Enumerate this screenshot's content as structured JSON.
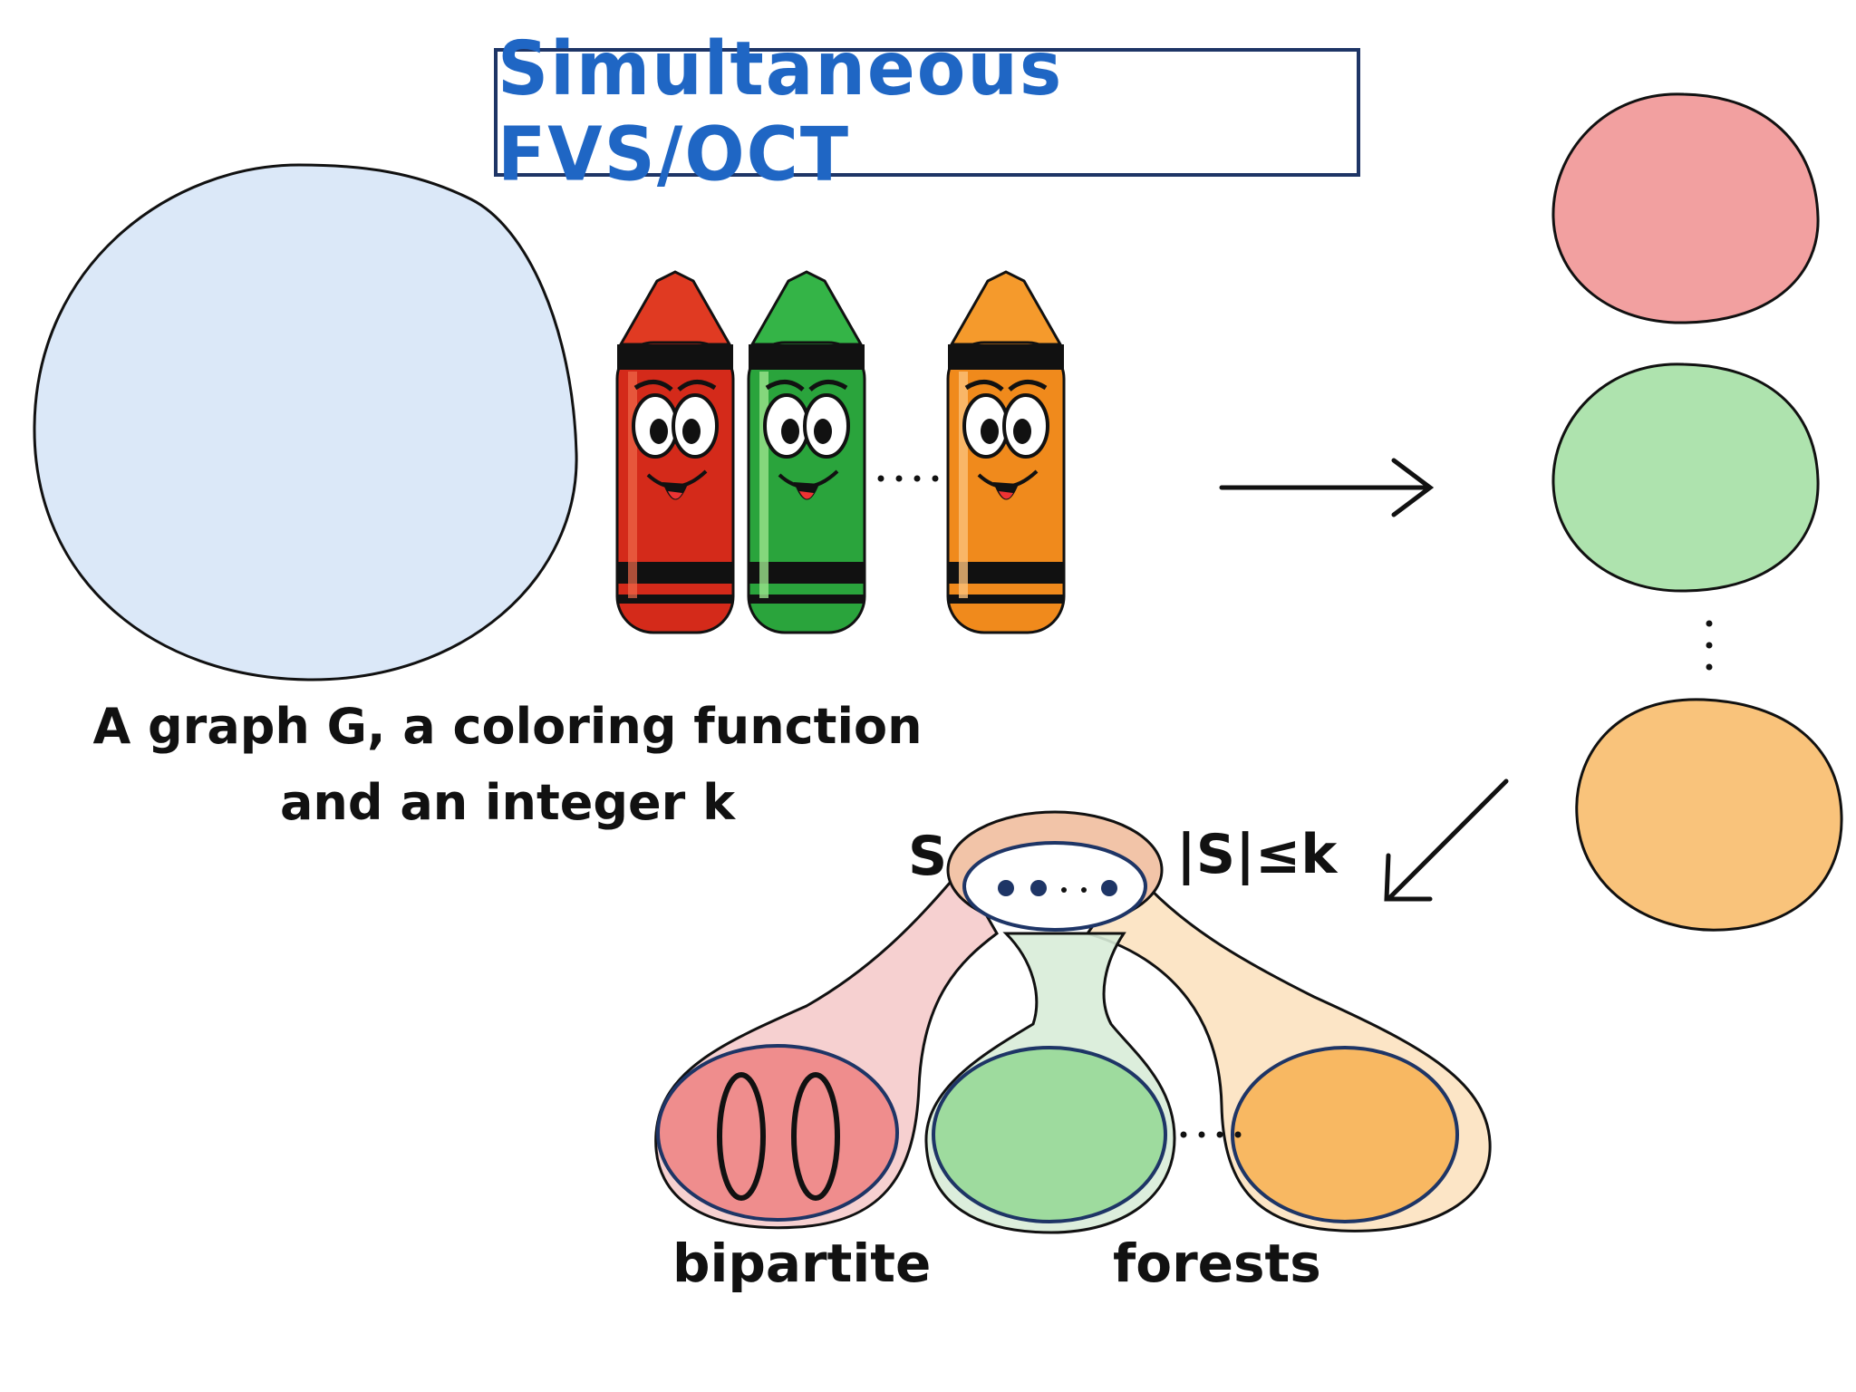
{
  "title": "Simultaneous FVS/OCT",
  "caption": {
    "line1": "A graph G, a coloring function",
    "line2": "and an integer k"
  },
  "solution_set": {
    "label": "S",
    "bound": "|S|≤k"
  },
  "part_labels": {
    "bipartite": "bipartite",
    "forests": "forests"
  },
  "colors": {
    "title": "#1f66c4",
    "border": "#1e3566",
    "graph_fill": "#dbe8f8",
    "red": "#f2a0a0",
    "green": "#aee3ae",
    "orange": "#f9c37b",
    "crayon_red": "#d42a1a",
    "crayon_green": "#2aa43c",
    "crayon_orange": "#f08a1c"
  },
  "icons": [
    "red-crayon-icon",
    "green-crayon-icon",
    "orange-crayon-icon",
    "right-arrow-icon",
    "down-left-arrow-icon",
    "ellipsis-icon"
  ]
}
